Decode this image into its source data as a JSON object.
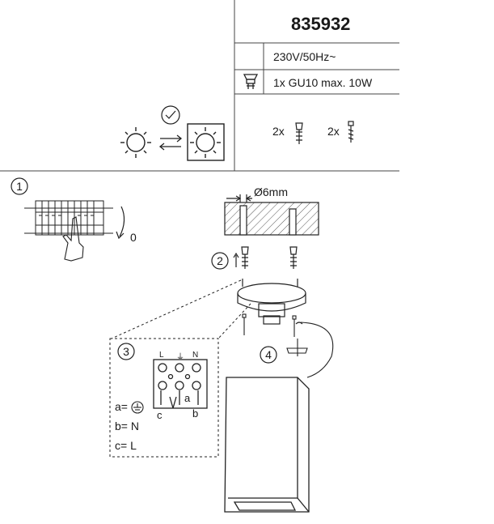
{
  "product": {
    "model_number": "835932",
    "voltage": "230V/50Hz~",
    "bulb_spec": "1x GU10  max. 10W"
  },
  "icons": {
    "bulb": "gu10-bulb-icon",
    "check": "checkmark-icon",
    "swap": "swap-arrows-icon",
    "sun": "sun-icon",
    "plug": "wall-plug-icon",
    "screw": "screw-icon",
    "ground": "ground-symbol-icon"
  },
  "hardware": {
    "plug_qty": "2x",
    "screw_qty": "2x"
  },
  "steps": {
    "step1": "1",
    "step2": "2",
    "step3": "3",
    "step4": "4"
  },
  "step1": {
    "switch_state": "0"
  },
  "drilling": {
    "diameter": "Ø6mm"
  },
  "terminal": {
    "label_l": "L",
    "label_n": "N",
    "wire_a": "a",
    "wire_b": "b",
    "wire_c": "c"
  },
  "legend": {
    "a": "a=",
    "b": "b= N",
    "c": "c= L"
  }
}
